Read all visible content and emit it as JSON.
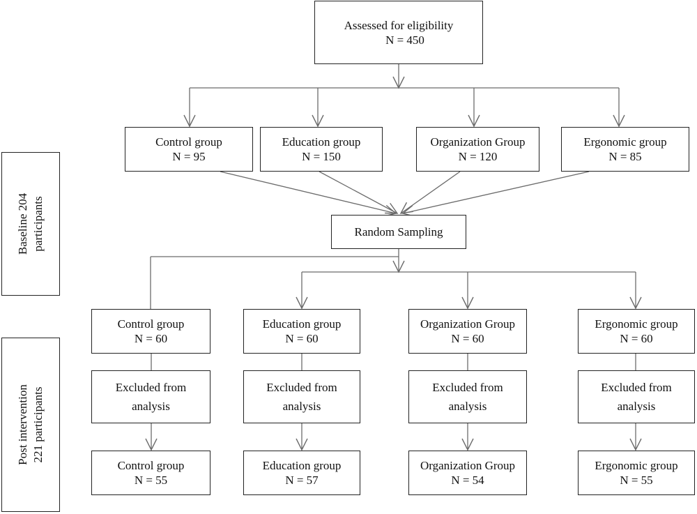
{
  "eligibility": {
    "label": "Assessed for eligibility",
    "count": "N = 450"
  },
  "allocation": [
    {
      "label": "Control group",
      "count": "N = 95"
    },
    {
      "label": "Education group",
      "count": "N = 150"
    },
    {
      "label": "Organization Group",
      "count": "N = 120"
    },
    {
      "label": "Ergonomic group",
      "count": "N = 85"
    }
  ],
  "sampling": {
    "label": "Random Sampling"
  },
  "side_labels": {
    "baseline": {
      "line1": "Baseline 204",
      "line2": "participants"
    },
    "post": {
      "line1": "Post intervention",
      "line2": "221 participants"
    }
  },
  "sampled": [
    {
      "label": "Control group",
      "count": "N = 60"
    },
    {
      "label": "Education group",
      "count": "N = 60"
    },
    {
      "label": "Organization Group",
      "count": "N = 60"
    },
    {
      "label": "Ergonomic group",
      "count": "N = 60"
    }
  ],
  "excluded": [
    {
      "line1": "Excluded from",
      "line2": "analysis"
    },
    {
      "line1": "Excluded from",
      "line2": "analysis"
    },
    {
      "line1": "Excluded from",
      "line2": "analysis"
    },
    {
      "line1": "Excluded from",
      "line2": "analysis"
    }
  ],
  "analyzed": [
    {
      "label": "Control group",
      "count": "N = 55"
    },
    {
      "label": "Education group",
      "count": "N = 57"
    },
    {
      "label": "Organization Group",
      "count": "N = 54"
    },
    {
      "label": "Ergonomic group",
      "count": "N = 55"
    }
  ]
}
